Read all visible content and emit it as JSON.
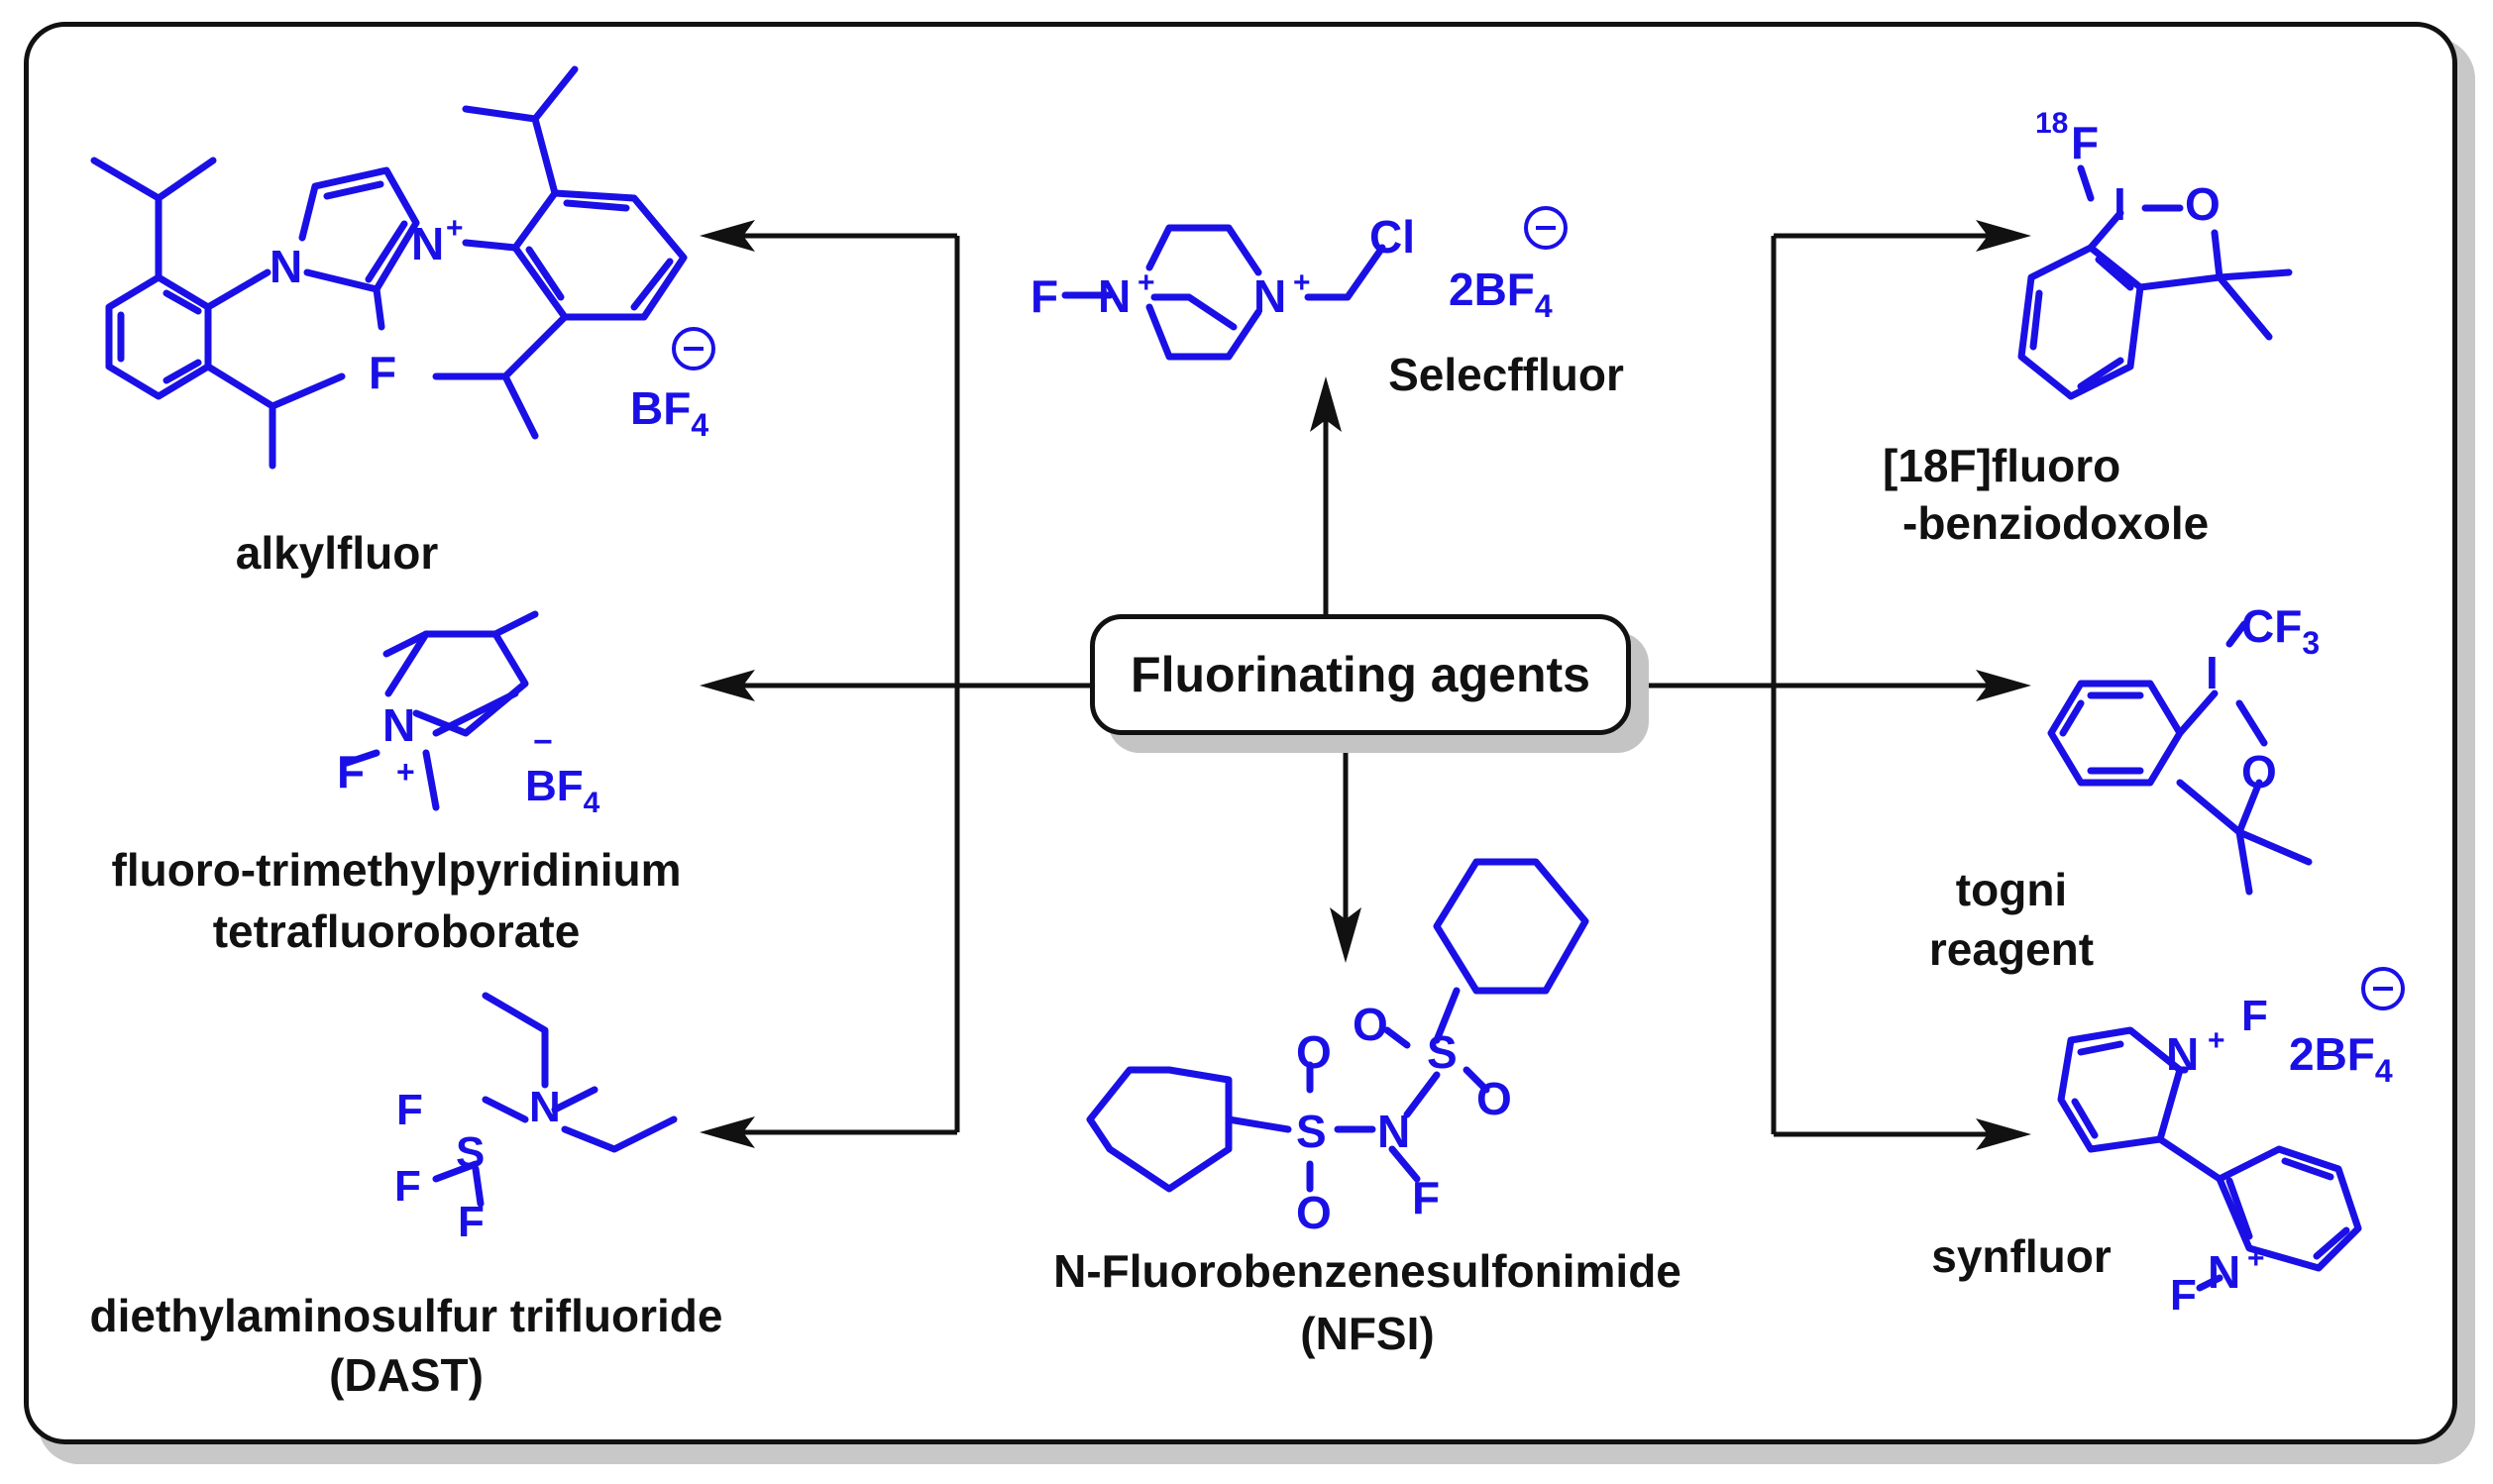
{
  "center": {
    "label": "Fluorinating agents"
  },
  "agents": {
    "alkylfluor": {
      "name": "alkylfluor",
      "counterion": "BF4"
    },
    "pyridinium": {
      "line1": "fluoro-trimethylpyridinium",
      "line2": "tetrafluoroborate",
      "counterion": "BF4"
    },
    "dast": {
      "line1": "diethylaminosulfur trifluoride",
      "line2": "(DAST)"
    },
    "selectfluor": {
      "name": "Selecffluor",
      "counterion": "2BF4"
    },
    "nfsi": {
      "line1": "N-Fluorobenzenesulfonimide",
      "line2": "(NFSI)"
    },
    "benziodoxole": {
      "line1": "[18F]fluoro",
      "line2": "-benziodoxole"
    },
    "togni": {
      "line1": "togni",
      "line2": "reagent"
    },
    "synfluor": {
      "name": "synfluor",
      "counterion": "2BF4"
    }
  },
  "atoms": {
    "N": "N",
    "F": "F",
    "Cl": "Cl",
    "S": "S",
    "O": "O",
    "I": "I",
    "CF3": "CF3",
    "B": "B"
  },
  "colors": {
    "structure": "#1a10e6",
    "text": "#111111",
    "frame": "#111111",
    "shadow": "#c8c8c8"
  }
}
